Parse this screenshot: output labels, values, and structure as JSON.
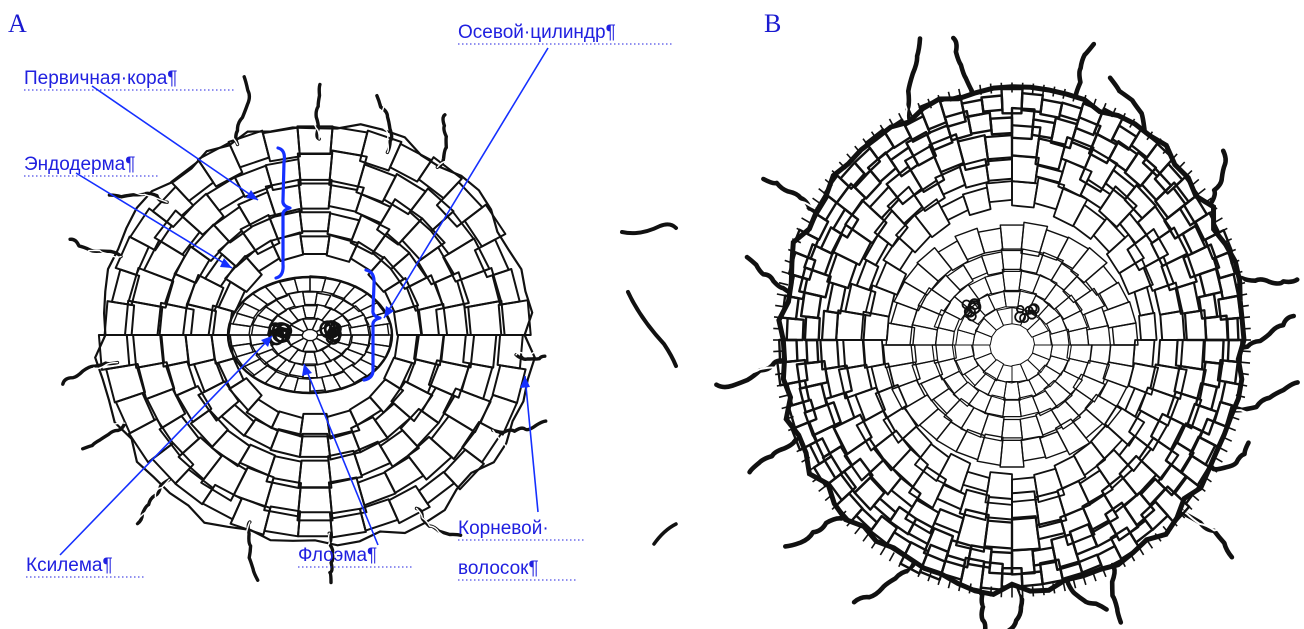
{
  "panels": [
    {
      "letter": "A"
    },
    {
      "letter": "B"
    }
  ],
  "labels": {
    "primary_cortex": "Первичная·кора¶",
    "endoderm": "Эндодерма¶",
    "axial_cylinder": "Осевой·цилиндр¶",
    "xylem": "Ксилема¶",
    "phloem": "Флоэма¶",
    "root_hair_line1": "Корневой·",
    "root_hair_line2": "волосок¶"
  },
  "colors": {
    "label_text": "#2020e0",
    "leader_line": "#1530ff",
    "panel_letter": "#1a1ad0",
    "cell_walls": "#111111"
  }
}
